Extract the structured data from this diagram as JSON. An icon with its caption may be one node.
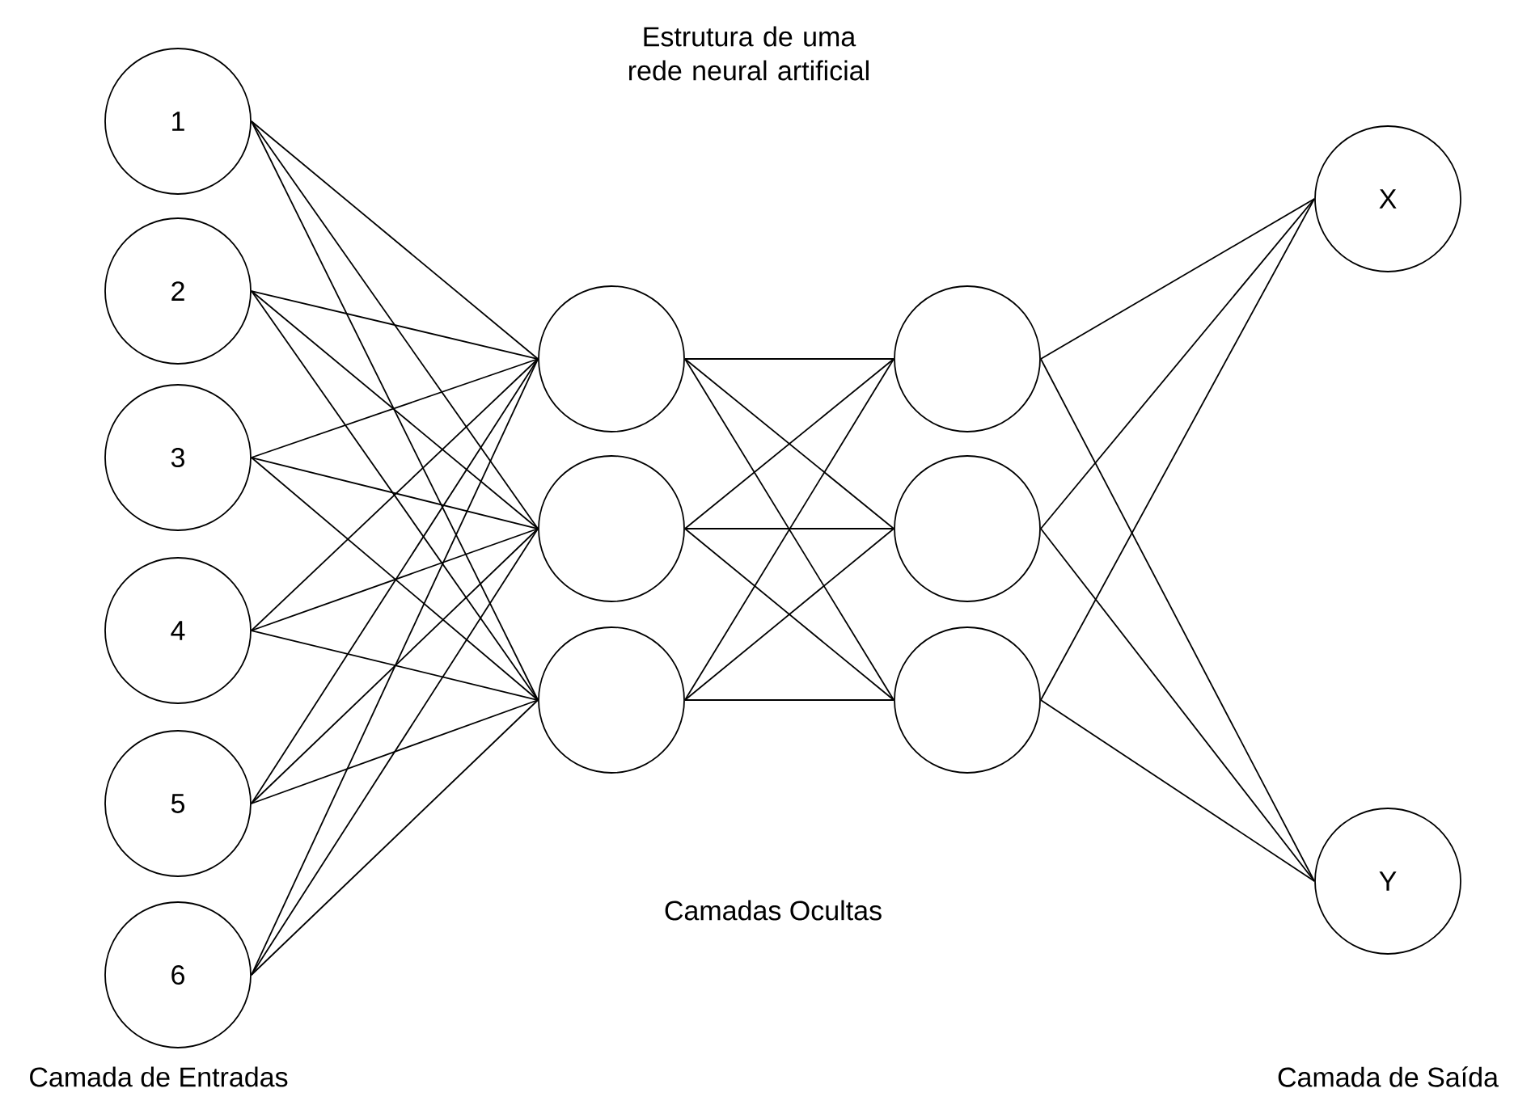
{
  "diagram": {
    "title": "Estrutura de uma rede neural artificial",
    "nodes": [
      {
        "text": [
          "1"
        ]
      },
      {
        "text": [
          "2"
        ]
      },
      {
        "text": [
          "3"
        ]
      },
      {
        "text": [
          "4"
        ]
      },
      {
        "text": [
          "5"
        ]
      },
      {
        "text": [
          "6"
        ]
      },
      {
        "text": [],
        "shape": "circle"
      },
      {
        "text": [],
        "shape": "circle"
      },
      {
        "text": [],
        "shape": "circle"
      },
      {
        "text": [],
        "shape": "circle"
      },
      {
        "text": [],
        "shape": "circle"
      },
      {
        "text": [],
        "shape": "circle"
      },
      {
        "text": [
          "X"
        ]
      },
      {
        "text": [
          "Y"
        ]
      }
    ],
    "edges": [
      {
        "from": 0,
        "to": 6,
        "arrow": "none"
      },
      {
        "from": 0,
        "to": 7,
        "arrow": "none"
      },
      {
        "from": 0,
        "to": 8,
        "arrow": "none"
      },
      {
        "from": 1,
        "to": 6,
        "arrow": "none"
      },
      {
        "from": 1,
        "to": 7,
        "arrow": "none"
      },
      {
        "from": 1,
        "to": 8,
        "arrow": "none"
      },
      {
        "from": 2,
        "to": 6,
        "arrow": "none"
      },
      {
        "from": 2,
        "to": 7,
        "arrow": "none"
      },
      {
        "from": 2,
        "to": 8,
        "arrow": "none"
      },
      {
        "from": 3,
        "to": 6,
        "arrow": "none"
      },
      {
        "from": 3,
        "to": 7,
        "arrow": "none"
      },
      {
        "from": 3,
        "to": 8,
        "arrow": "none"
      },
      {
        "from": 4,
        "to": 6,
        "arrow": "none"
      },
      {
        "from": 4,
        "to": 7,
        "arrow": "none"
      },
      {
        "from": 4,
        "to": 8,
        "arrow": "none"
      },
      {
        "from": 5,
        "to": 6,
        "arrow": "none"
      },
      {
        "from": 5,
        "to": 7,
        "arrow": "none"
      },
      {
        "from": 5,
        "to": 8,
        "arrow": "none"
      },
      {
        "from": 6,
        "to": 9,
        "arrow": "none"
      },
      {
        "from": 6,
        "to": 10,
        "arrow": "none"
      },
      {
        "from": 6,
        "to": 11,
        "arrow": "none"
      },
      {
        "from": 7,
        "to": 9,
        "arrow": "none"
      },
      {
        "from": 7,
        "to": 10,
        "arrow": "none"
      },
      {
        "from": 7,
        "to": 11,
        "arrow": "none"
      },
      {
        "from": 8,
        "to": 9,
        "arrow": "none"
      },
      {
        "from": 8,
        "to": 10,
        "arrow": "none"
      },
      {
        "from": 8,
        "to": 11,
        "arrow": "none"
      },
      {
        "from": 9,
        "to": 12,
        "arrow": "none"
      },
      {
        "from": 9,
        "to": 13,
        "arrow": "none"
      },
      {
        "from": 10,
        "to": 12,
        "arrow": "none"
      },
      {
        "from": 10,
        "to": 13,
        "arrow": "none"
      },
      {
        "from": 11,
        "to": 12,
        "arrow": "none"
      },
      {
        "from": 11,
        "to": 13,
        "arrow": "none"
      }
    ],
    "labels": [
      "Camadas Ocultas",
      "Camada de Entradas",
      "Camada de Saída"
    ]
  }
}
